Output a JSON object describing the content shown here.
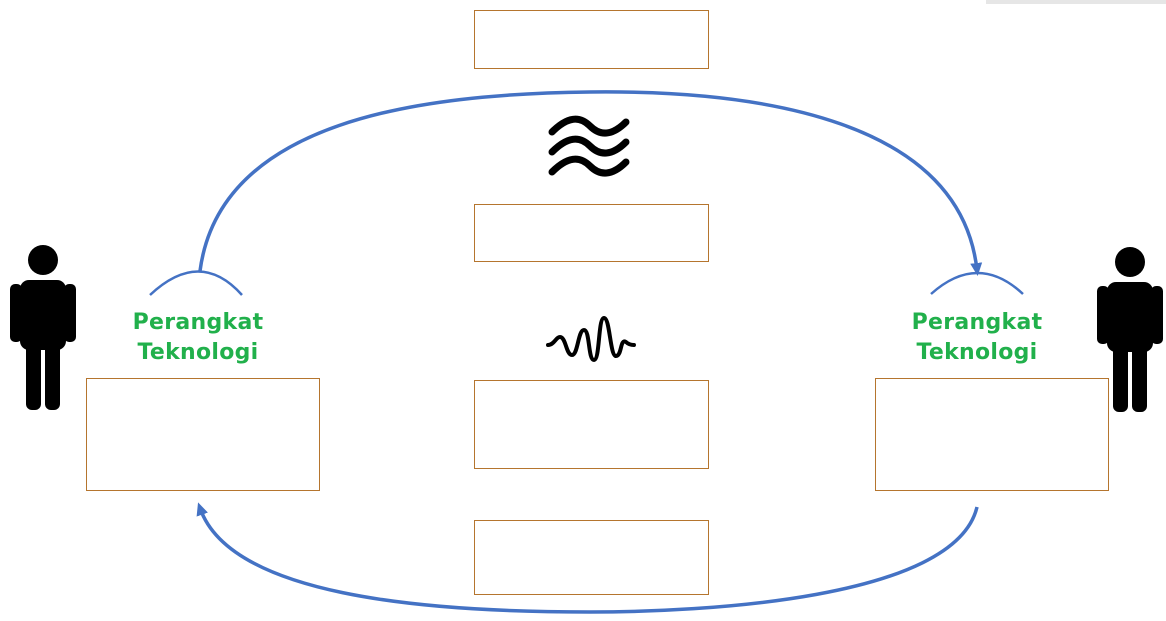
{
  "colors": {
    "arrow": "#4472c4",
    "label": "#21b04b",
    "box_border": "#b5752e",
    "icon": "#000000"
  },
  "sender": {
    "icon": "person-icon",
    "device_label_line1": "Perangkat",
    "device_label_line2": "Teknologi",
    "box_text": ""
  },
  "receiver": {
    "icon": "person-icon",
    "device_label_line1": "Perangkat",
    "device_label_line2": "Teknologi",
    "box_text": ""
  },
  "center_boxes": [
    {
      "text": ""
    },
    {
      "text": ""
    },
    {
      "text": ""
    },
    {
      "text": ""
    }
  ],
  "icons": {
    "top_wave": "wave-lines-icon",
    "middle_wave": "signal-wave-icon"
  }
}
